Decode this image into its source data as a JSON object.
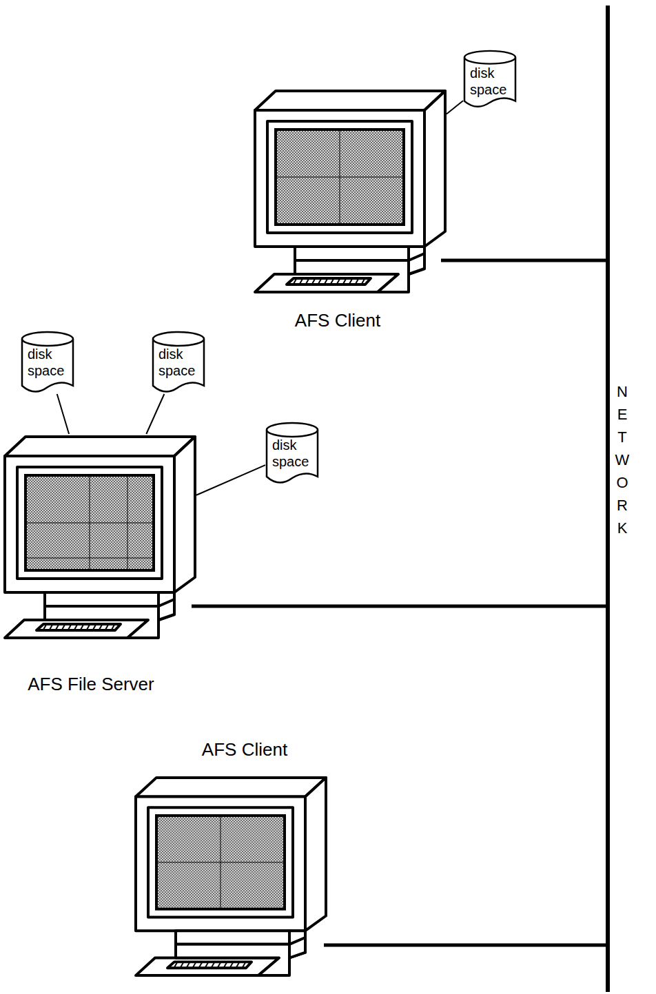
{
  "diagram": {
    "nodes": [
      {
        "text": [
          "disk space"
        ]
      },
      {
        "text": [
          "AFS Client"
        ]
      },
      {
        "text": [
          "disk space"
        ]
      },
      {
        "text": [
          "disk space"
        ]
      },
      {
        "text": [
          "disk space"
        ]
      },
      {
        "text": [
          "AFS File Server"
        ]
      },
      {
        "text": [
          "AFS Client"
        ]
      }
    ],
    "edges": [
      {
        "from": 0,
        "to": 1,
        "arrow": "none"
      },
      {
        "from": 2,
        "to": 5,
        "arrow": "none"
      },
      {
        "from": 3,
        "to": 5,
        "arrow": "none"
      },
      {
        "from": 4,
        "to": 5,
        "arrow": "none"
      }
    ],
    "labels": [
      "NETWORK"
    ]
  }
}
